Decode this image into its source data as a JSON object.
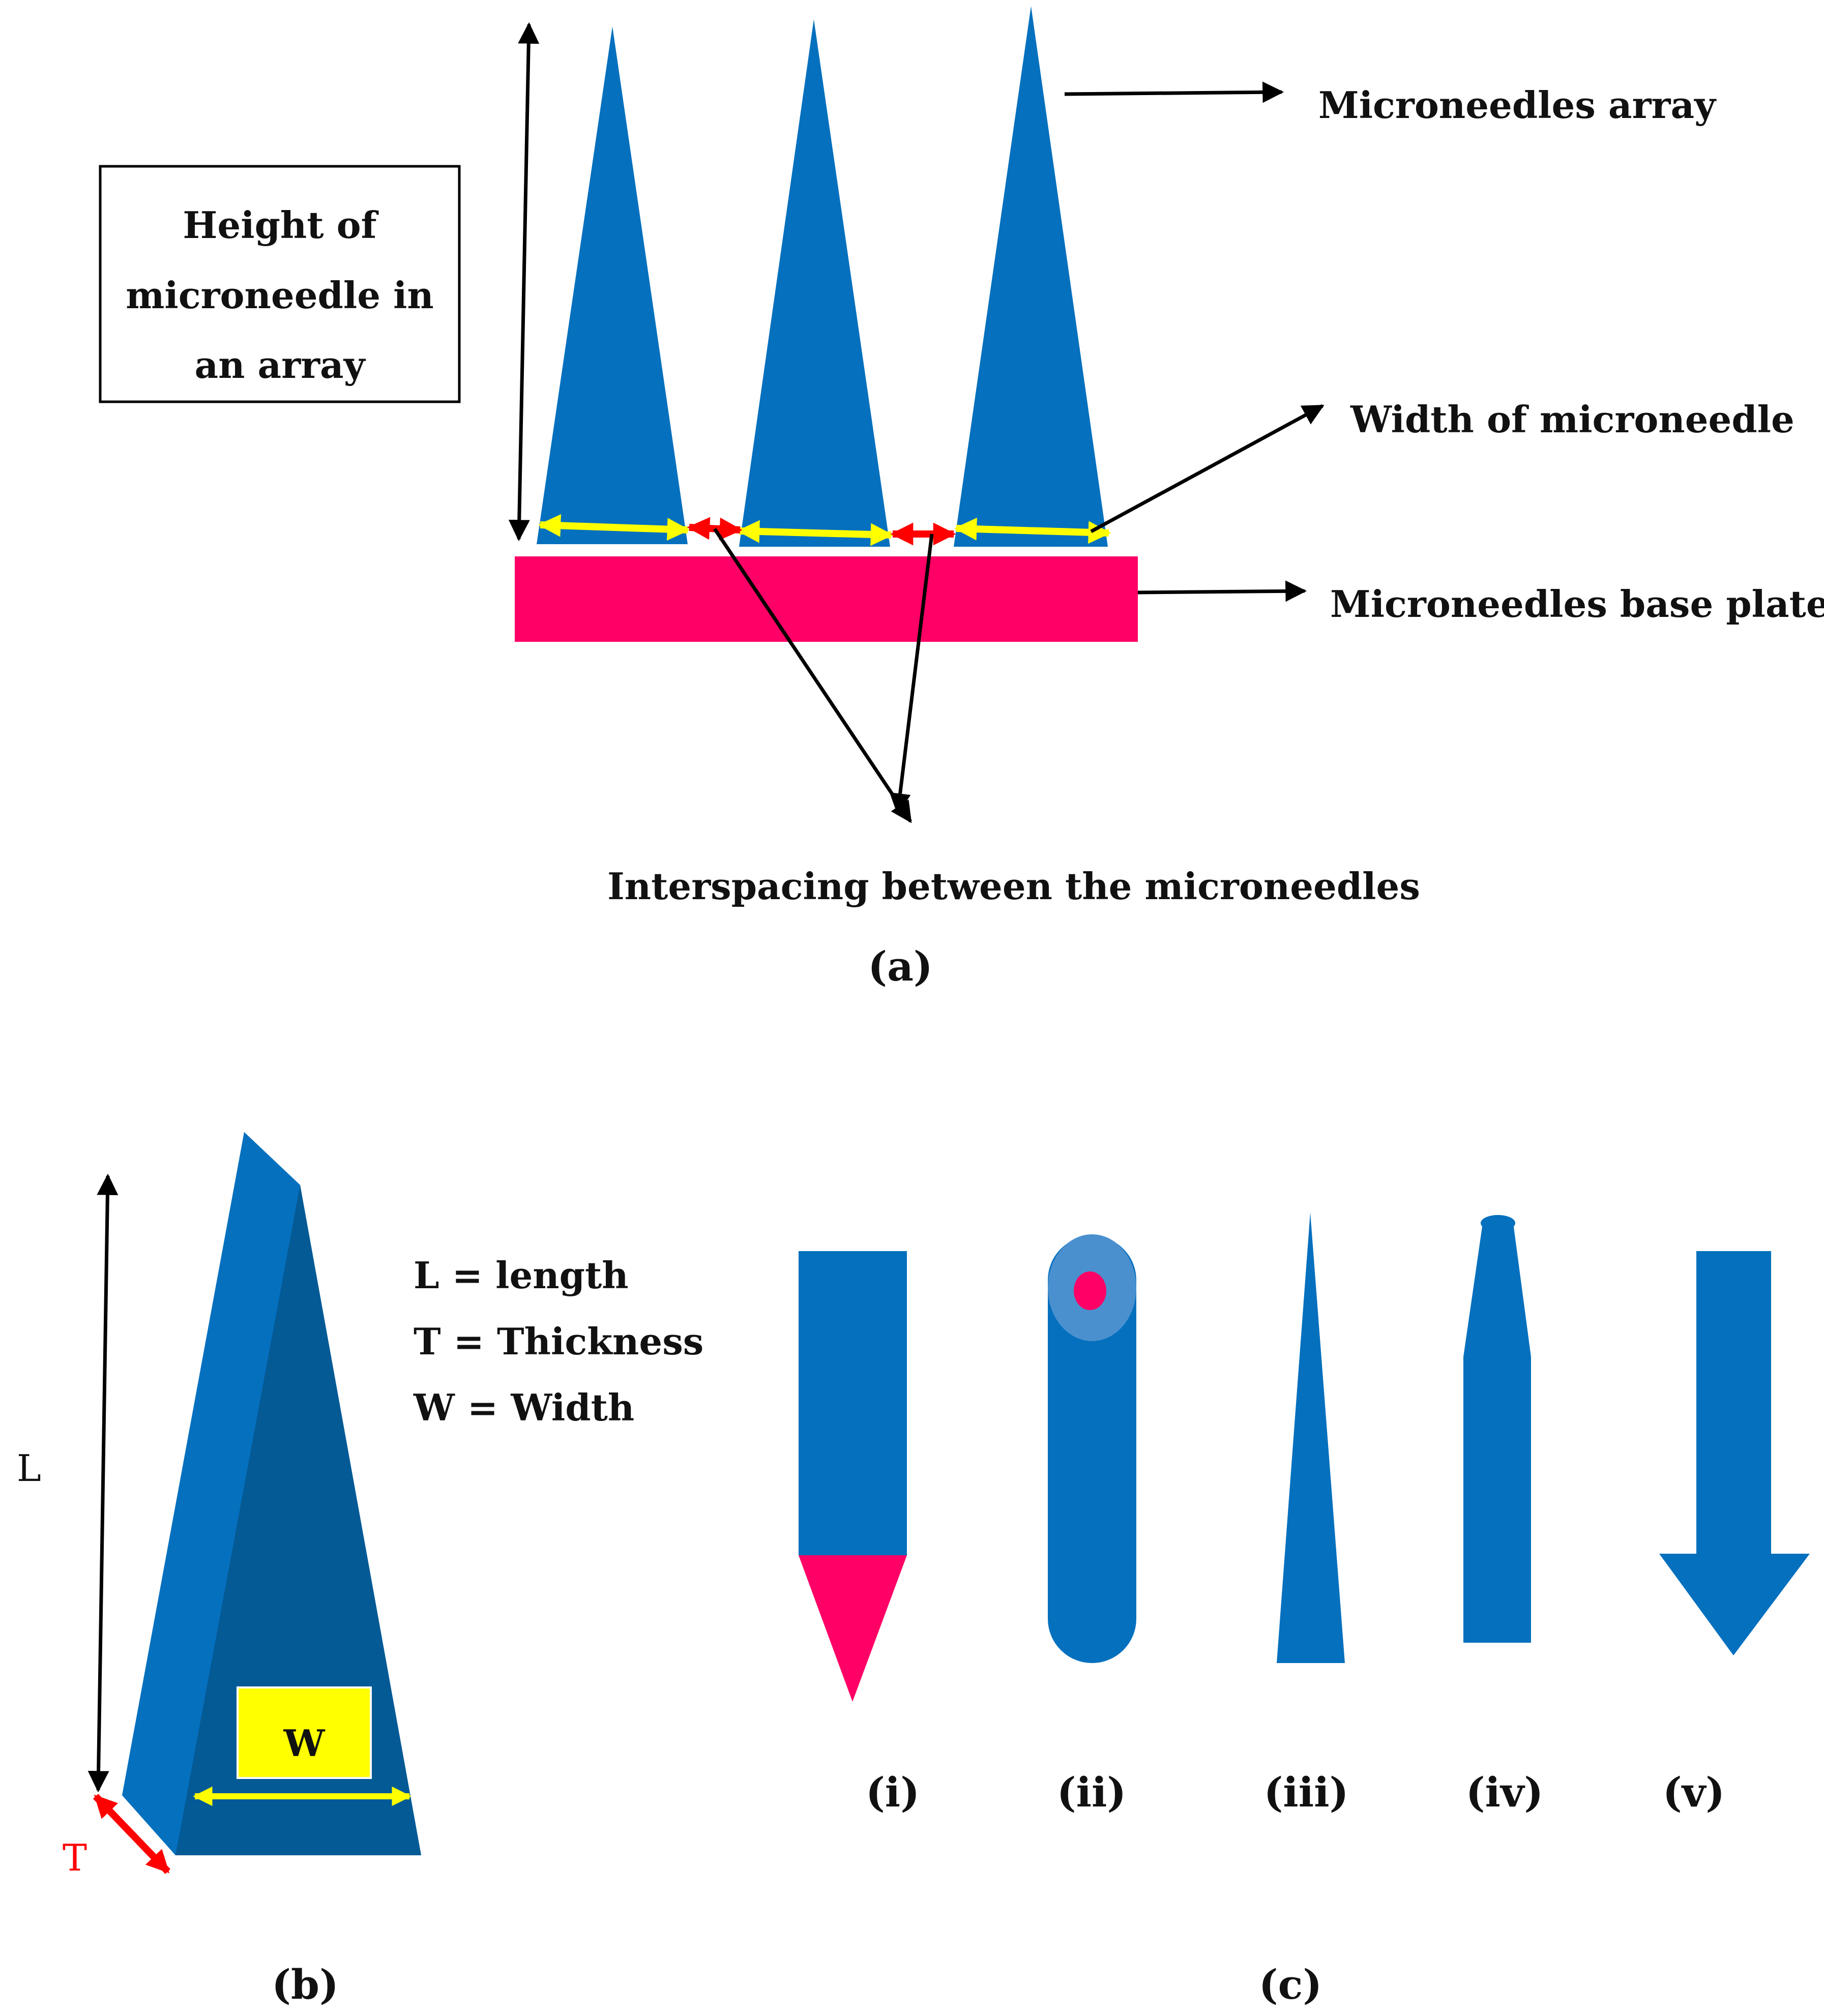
{
  "colors": {
    "needle": "#0570BE",
    "needle_dark": "#045A95",
    "needle_light": "#4A90CF",
    "base": "#FF0066",
    "width_arrow": "#FFFF00",
    "spacing_arrow": "#FF0000",
    "thickness_label": "#FF0000",
    "line": "#000000"
  },
  "panel_a": {
    "height_box_lines": [
      "Height of",
      "microneedle in",
      "an array"
    ],
    "array_label": "Microneedles array",
    "width_label": "Width of microneedle",
    "base_label": "Microneedles base plate",
    "spacing_label": "Interspacing between the microneedles",
    "caption": "(a)"
  },
  "panel_b": {
    "length_symbol": "L",
    "thickness_symbol": "T",
    "width_symbol": "W",
    "legend": [
      "L = length",
      "T = Thickness",
      "W = Width"
    ],
    "caption": "(b)"
  },
  "panel_c": {
    "shapes": [
      {
        "label": "(i)",
        "icon": "rect-needle-red-tip-icon"
      },
      {
        "label": "(ii)",
        "icon": "hollow-rounded-needle-icon"
      },
      {
        "label": "(iii)",
        "icon": "tapered-needle-icon"
      },
      {
        "label": "(iv)",
        "icon": "blunt-tapered-needle-icon"
      },
      {
        "label": "(v)",
        "icon": "arrow-head-needle-icon"
      }
    ],
    "caption": "(c)"
  }
}
